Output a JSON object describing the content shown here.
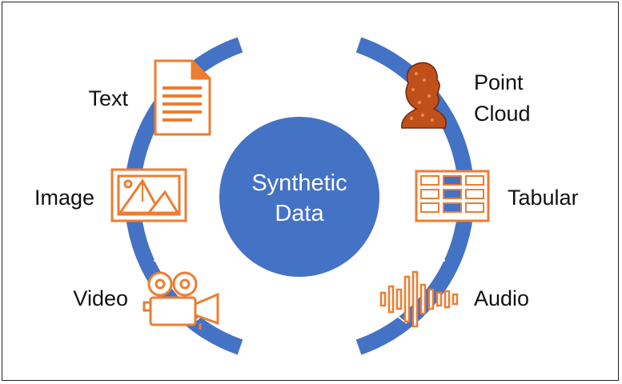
{
  "colors": {
    "accent": "#4472C4",
    "icon": "#ED7D31",
    "ring_divider": "#ffffff"
  },
  "center": {
    "line1": "Synthetic",
    "line2": "Data"
  },
  "left_items": [
    {
      "label": "Text",
      "icon": "document-icon"
    },
    {
      "label": "Image",
      "icon": "image-icon"
    },
    {
      "label": "Video",
      "icon": "video-camera-icon"
    }
  ],
  "right_items": [
    {
      "label_line1": "Point",
      "label_line2": "Cloud",
      "icon": "point-cloud-icon"
    },
    {
      "label": "Tabular",
      "icon": "table-icon"
    },
    {
      "label": "Audio",
      "icon": "audio-waveform-icon"
    }
  ]
}
